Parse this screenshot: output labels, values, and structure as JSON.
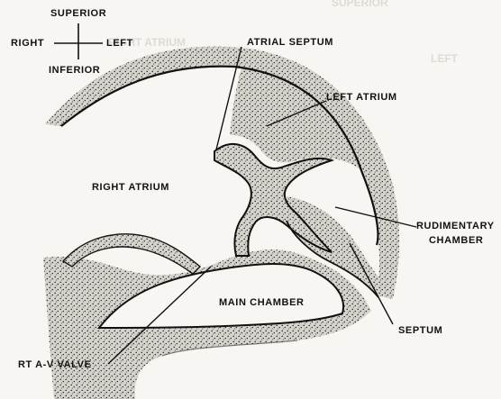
{
  "orientation": {
    "superior": "SUPERIOR",
    "inferior": "INFERIOR",
    "right": "RIGHT",
    "left": "LEFT"
  },
  "labels": {
    "atrial_septum": "ATRIAL SEPTUM",
    "left_atrium": "LEFT ATRIUM",
    "right_atrium": "RIGHT ATRIUM",
    "rudimentary_chamber_line1": "RUDIMENTARY",
    "rudimentary_chamber_line2": "CHAMBER",
    "main_chamber": "MAIN CHAMBER",
    "septum": "SEPTUM",
    "rt_av_valve": "RT A-V VALVE"
  },
  "colors": {
    "ink": "#111111",
    "tissue_fill": "#d9d6d0",
    "background": "#f7f6f3"
  }
}
